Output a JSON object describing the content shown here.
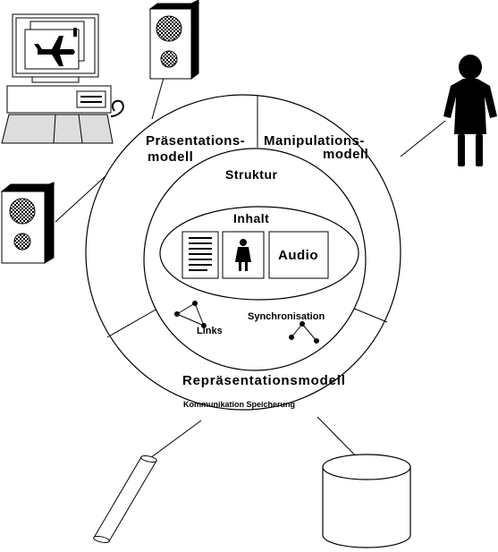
{
  "labels": {
    "praesentation_line1": "Präsentations-",
    "praesentation_line2": "modell",
    "manipulation_line1": "Manipulations-",
    "manipulation_line2": "modell",
    "struktur": "Struktur",
    "inhalt": "Inhalt",
    "audio": "Audio",
    "synchronisation": "Synchronisation",
    "links": "Links",
    "repraesentation": "Repräsentationsmodell",
    "kommunikation_speicherung": "Kommunikation Speicherung"
  },
  "icons": [
    "computer-icon",
    "speaker-icon",
    "person-icon",
    "cable-icon",
    "storage-cylinder-icon",
    "text-document-icon",
    "airplane-icon"
  ],
  "colors": {
    "stroke": "#000000",
    "fill": "#ffffff",
    "checker": "#555555"
  }
}
